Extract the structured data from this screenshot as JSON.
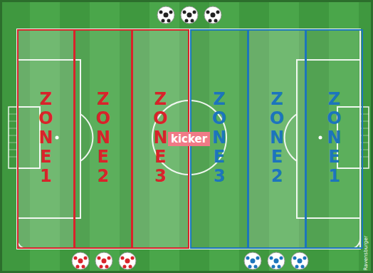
{
  "diagram": {
    "nodes": [
      {
        "text": [
          "ZONE 1"
        ]
      },
      {
        "text": [
          "ZONE 2"
        ]
      },
      {
        "text": [
          "ZONE 3"
        ]
      },
      {
        "text": [
          "ZONE 3"
        ]
      },
      {
        "text": [
          "ZONE 2"
        ]
      },
      {
        "text": [
          "ZONE 1"
        ]
      }
    ],
    "labels": [
      "kicker",
      "Ravensburger"
    ]
  }
}
